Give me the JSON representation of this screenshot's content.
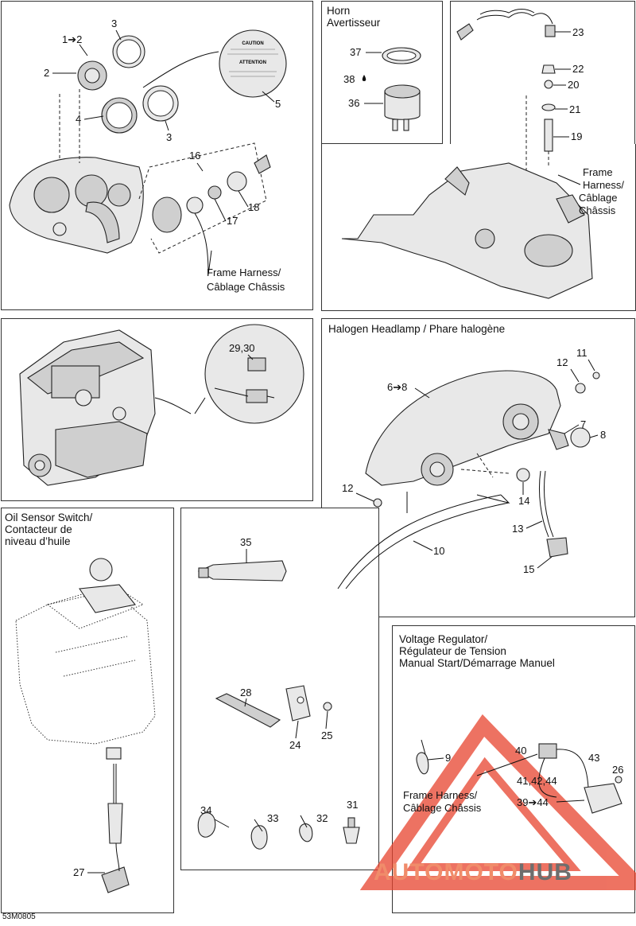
{
  "panels": {
    "horn": {
      "title": "Horn\nAvertisseur"
    },
    "headlamp": {
      "title": "Halogen Headlamp / Phare halogène"
    },
    "oil": {
      "title": "Oil Sensor Switch/\nContacteur de\nniveau d’huile"
    },
    "voltage": {
      "title": "Voltage Regulator/\nRégulateur de Tension\nManual Start/Démarrage Manuel"
    }
  },
  "callouts": {
    "c1": "1➔2",
    "c2": "2",
    "c3a": "3",
    "c3b": "3",
    "c4": "4",
    "c5": "5",
    "c16": "16",
    "c17": "17",
    "c18": "18",
    "c37": "37",
    "c38": "38",
    "c36": "36",
    "c23": "23",
    "c22": "22",
    "c20": "20",
    "c21": "21",
    "c19": "19",
    "c2930": "29,30",
    "c6": "6➔8",
    "c12a": "12",
    "c11": "11",
    "c7": "7",
    "c8": "8",
    "c12b": "12",
    "c14": "14",
    "c13": "13",
    "c10": "10",
    "c15": "15",
    "c35": "35",
    "c28": "28",
    "c25": "25",
    "c24": "24",
    "c34": "34",
    "c33": "33",
    "c32": "32",
    "c31": "31",
    "c27": "27",
    "c9": "9",
    "c40": "40",
    "c43": "43",
    "c414244": "41,42,44",
    "c26": "26",
    "c3944": "39➔44"
  },
  "harness": {
    "h1a": "Frame Harness/",
    "h1b": "Câblage Châssis",
    "h2a": "Frame",
    "h2b": "Harness/",
    "h2c": "Câblage",
    "h2d": "Châssis",
    "h3a": "Frame Harness/",
    "h3b": "Câblage Châssis"
  },
  "caution_label": {
    "title1": "CAUTION",
    "title2": "ATTENTION"
  },
  "diagram_code": "53M0805",
  "watermark": {
    "text1": "AUTOMOTO",
    "text2": "HUB",
    "color_main": "#f08c6a",
    "color_end": "#6e6e6e",
    "color_triangle": "#e8442e"
  }
}
